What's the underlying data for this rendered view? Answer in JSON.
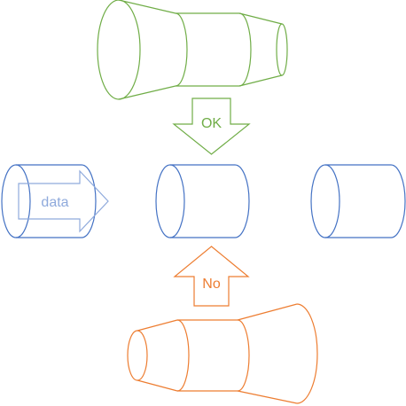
{
  "colors": {
    "background": "#ffffff",
    "green": "#70ad47",
    "blue": "#4472c4",
    "light_blue": "#8faadc",
    "orange": "#ed7d31"
  },
  "arrows": {
    "ok_label": "OK",
    "no_label": "No",
    "data_label": "data"
  },
  "shapes": [
    {
      "name": "cylinder-left",
      "color": "blue"
    },
    {
      "name": "cylinder-center",
      "color": "blue"
    },
    {
      "name": "cylinder-right",
      "color": "blue"
    },
    {
      "name": "funnel-top",
      "color": "green"
    },
    {
      "name": "funnel-bottom",
      "color": "orange"
    }
  ]
}
